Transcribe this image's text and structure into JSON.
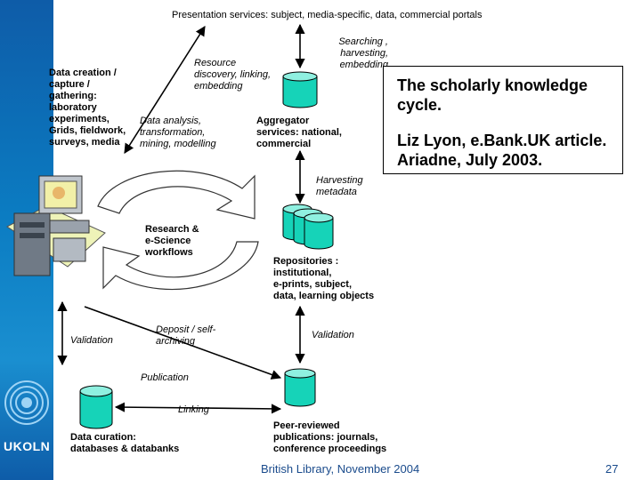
{
  "header": {
    "title": "Presentation services: subject, media-specific, data, commercial portals"
  },
  "title_box": {
    "heading": "The scholarly knowledge\ncycle.",
    "citation": "Liz Lyon, e.Bank.UK article.\nAriadne, July 2003."
  },
  "labels": {
    "data_creation": "Data creation /\ncapture /\ngathering:\nlaboratory\nexperiments,\nGrids, fieldwork,\nsurveys, media",
    "resource_discovery": "Resource\ndiscovery, linking,\nembedding",
    "searching": "Searching ,\nharvesting,\nembedding",
    "data_analysis": "Data analysis,\ntransformation,\nmining, modelling",
    "aggregator": "Aggregator\nservices: national,\ncommercial",
    "harvesting_metadata": "Harvesting\nmetadata",
    "research_workflows": "Research &\ne-Science\nworkflows",
    "repositories": "Repositories :\ninstitutional,\ne-prints, subject,\ndata, learning objects",
    "validation_left": "Validation",
    "deposit": "Deposit / self-\narchiving",
    "validation_right": "Validation",
    "publication": "Publication",
    "linking": "Linking",
    "data_curation": "Data curation:\ndatabases & databanks",
    "peer_reviewed": "Peer-reviewed\npublications: journals,\nconference proceedings"
  },
  "footer": {
    "source": "British Library, November 2004",
    "page_number": "27",
    "logo_text": "UKOLN"
  },
  "colors": {
    "cylinder": "#16d3b8",
    "cylinder_top": "#8ff0e0",
    "arc_fill": "#ffffff",
    "sidebar": "#0e6fb5",
    "footer_text": "#1a4b8c"
  },
  "icons": [
    "computer-icon",
    "database-icon",
    "cycle-arrows-icon",
    "ukoln-logo-icon"
  ]
}
